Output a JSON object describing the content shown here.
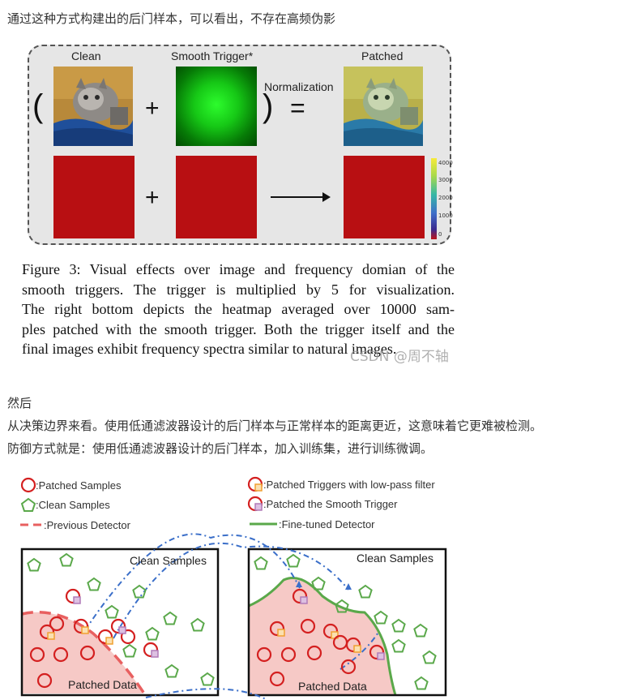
{
  "paragraphs": {
    "intro": "通过这种方式构建出的后门样本，可以看出，不存在高频伪影",
    "then": "然后",
    "decision": "从决策边界来看。使用低通滤波器设计的后门样本与正常样本的距离更近，这意味着它更难被检测。",
    "defense": "防御方式就是：使用低通滤波器设计的后门样本，加入训练集，进行训练微调。"
  },
  "figure3": {
    "labels": {
      "clean": "Clean",
      "trigger": "Smooth Trigger*",
      "normalization": "Normalization",
      "patched": "Patched"
    },
    "symbols": {
      "open_paren": "(",
      "close_paren": ")",
      "plus": "+",
      "equals": "="
    },
    "colorbar_ticks": [
      "4000",
      "3000",
      "2000",
      "1000",
      "0"
    ],
    "colors": {
      "heatmap": "#b80f12",
      "trigger_center": "#2dfc2d"
    },
    "caption_lines": [
      "Figure 3: Visual effects over image and frequency domian of the",
      "smooth triggers. The trigger is multiplied by 5 for visualization.",
      "The right bottom depicts the heatmap averaged over 10000 sam-",
      "ples patched with the smooth trigger. Both the trigger itself and the",
      "final images exhibit frequency spectra similar to natural images."
    ],
    "watermark": "CSDN @周不轴"
  },
  "decision_figure": {
    "legend": {
      "patched_samples": ":Patched Samples",
      "clean_samples": ":Clean Samples",
      "previous_detector": ":Previous Detector",
      "patched_low_pass": ":Patched Triggers with low-pass filter",
      "patched_smooth": ":Patched the Smooth Trigger",
      "fine_tuned": ":Fine-tuned Detector"
    },
    "left_panel": {
      "clean_label": "Clean Samples",
      "patched_label": "Patched Data"
    },
    "right_panel": {
      "clean_label": "Clean Samples",
      "patched_label": "Patched Data"
    },
    "colors": {
      "patched_circle": "#d42020",
      "clean_pentagon": "#5aa84a",
      "previous_detector": "#e86060",
      "fine_tuned": "#5aa84a",
      "patched_region": "#f6c9c6",
      "arrow": "#3b6fc9",
      "low_pass_square": "#f0a030",
      "smooth_square": "#b07ab8"
    }
  }
}
